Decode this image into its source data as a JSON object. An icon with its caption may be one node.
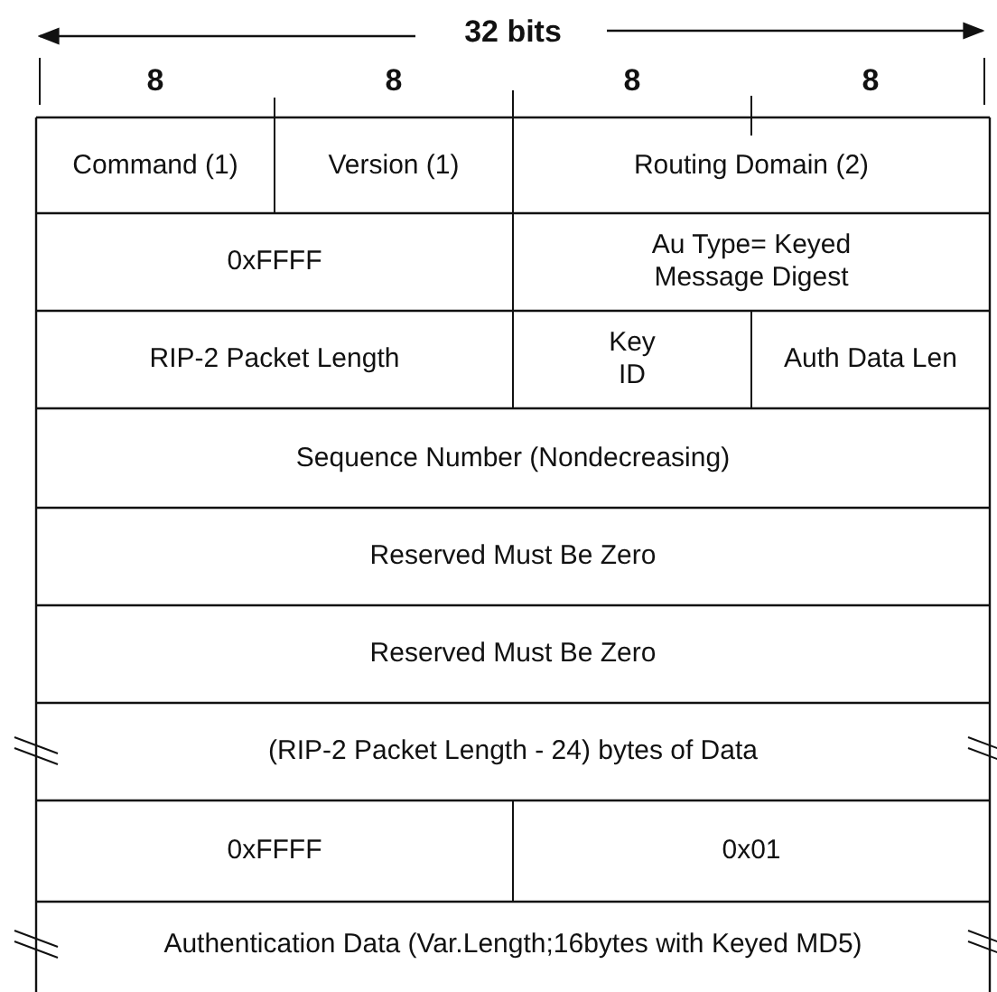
{
  "diagram": {
    "labels": [
      "32 bits",
      "8",
      "8",
      "8",
      "8",
      "Command (1)",
      "Version (1)",
      "Routing Domain (2)",
      "0xFFFF",
      "Au Type= Keyed Message Digest",
      "RIP-2 Packet Length",
      "Key ID",
      "Auth Data Len",
      "Sequence Number (Nondecreasing)",
      "Reserved Must Be Zero",
      "Reserved Must Be Zero",
      "(RIP-2 Packet Length - 24) bytes of Data",
      "0xFFFF",
      "0x01",
      "Authentication Data (Var.Length;16bytes with Keyed MD5)"
    ]
  }
}
